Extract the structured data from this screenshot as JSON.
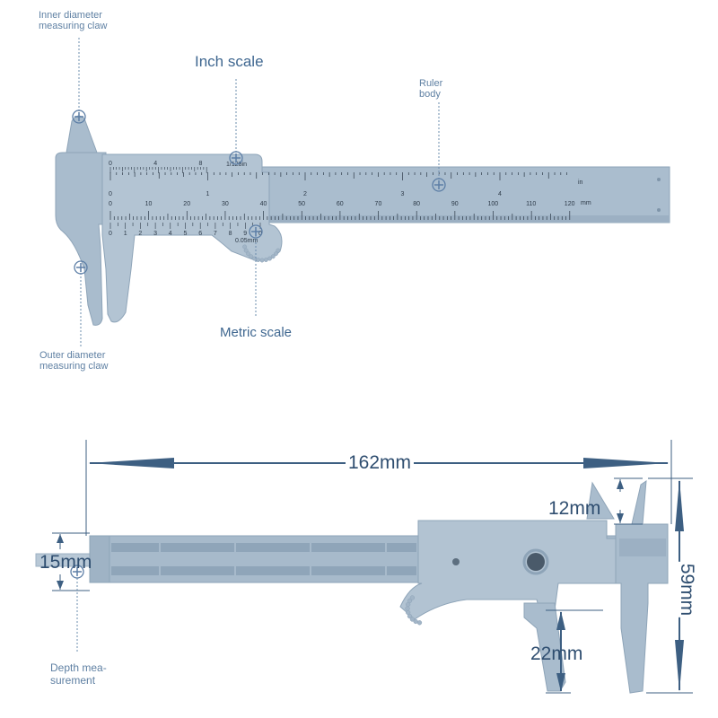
{
  "top_diagram": {
    "labels": {
      "inner_claw_line1": "Inner diameter",
      "inner_claw_line2": "measuring claw",
      "inch_scale": "Inch scale",
      "ruler_body_line1": "Ruler",
      "ruler_body_line2": "body",
      "metric_scale": "Metric scale",
      "outer_claw_line1": "Outer diameter",
      "outer_claw_line2": "measuring claw"
    },
    "slider_text": {
      "inch_vernier": "1/128in",
      "metric_vernier": "0.05mm"
    },
    "inch_numbers": [
      "0",
      "1",
      "2",
      "3",
      "4"
    ],
    "inch_unit": "in",
    "inch_vernier_numbers": [
      "0",
      "4",
      "8"
    ],
    "mm_numbers": [
      "0",
      "10",
      "20",
      "30",
      "40",
      "50",
      "60",
      "70",
      "80",
      "90",
      "100",
      "110",
      "120"
    ],
    "mm_unit": "mm",
    "mm_vernier_numbers": [
      "0",
      "1",
      "2",
      "3",
      "4",
      "5",
      "6",
      "7",
      "8",
      "9",
      "0"
    ]
  },
  "bottom_diagram": {
    "dimensions": {
      "overall_length": "162mm",
      "jaw_gap": "12mm",
      "height": "59mm",
      "depth_width": "15mm",
      "jaw_length": "22mm"
    },
    "labels": {
      "depth_line1": "Depth mea-",
      "depth_line2": "surement"
    }
  },
  "colors": {
    "caliper_body": "#a9bccd",
    "caliper_shade": "#8ea4b8",
    "label_text": "#4b7196",
    "dimension_arrow": "#3d5f82",
    "marker": "#5c7ea6"
  },
  "icons": [
    "crosshair-marker-icon",
    "thumb-wheel-icon"
  ]
}
